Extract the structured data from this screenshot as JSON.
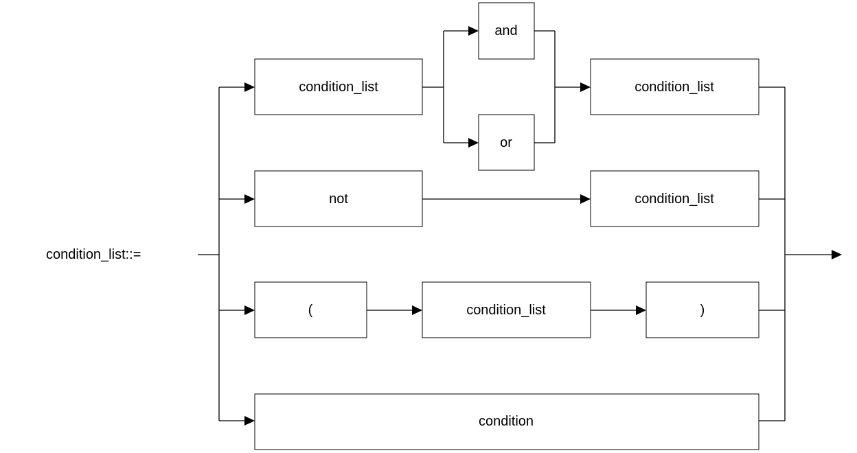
{
  "rule": {
    "name": "condition_list::="
  },
  "boxes": {
    "row1_first": "condition_list",
    "and": "and",
    "or": "or",
    "row1_last": "condition_list",
    "not": "not",
    "row2_last": "condition_list",
    "open_paren": "(",
    "row3_middle": "condition_list",
    "close_paren": ")",
    "condition": "condition"
  }
}
